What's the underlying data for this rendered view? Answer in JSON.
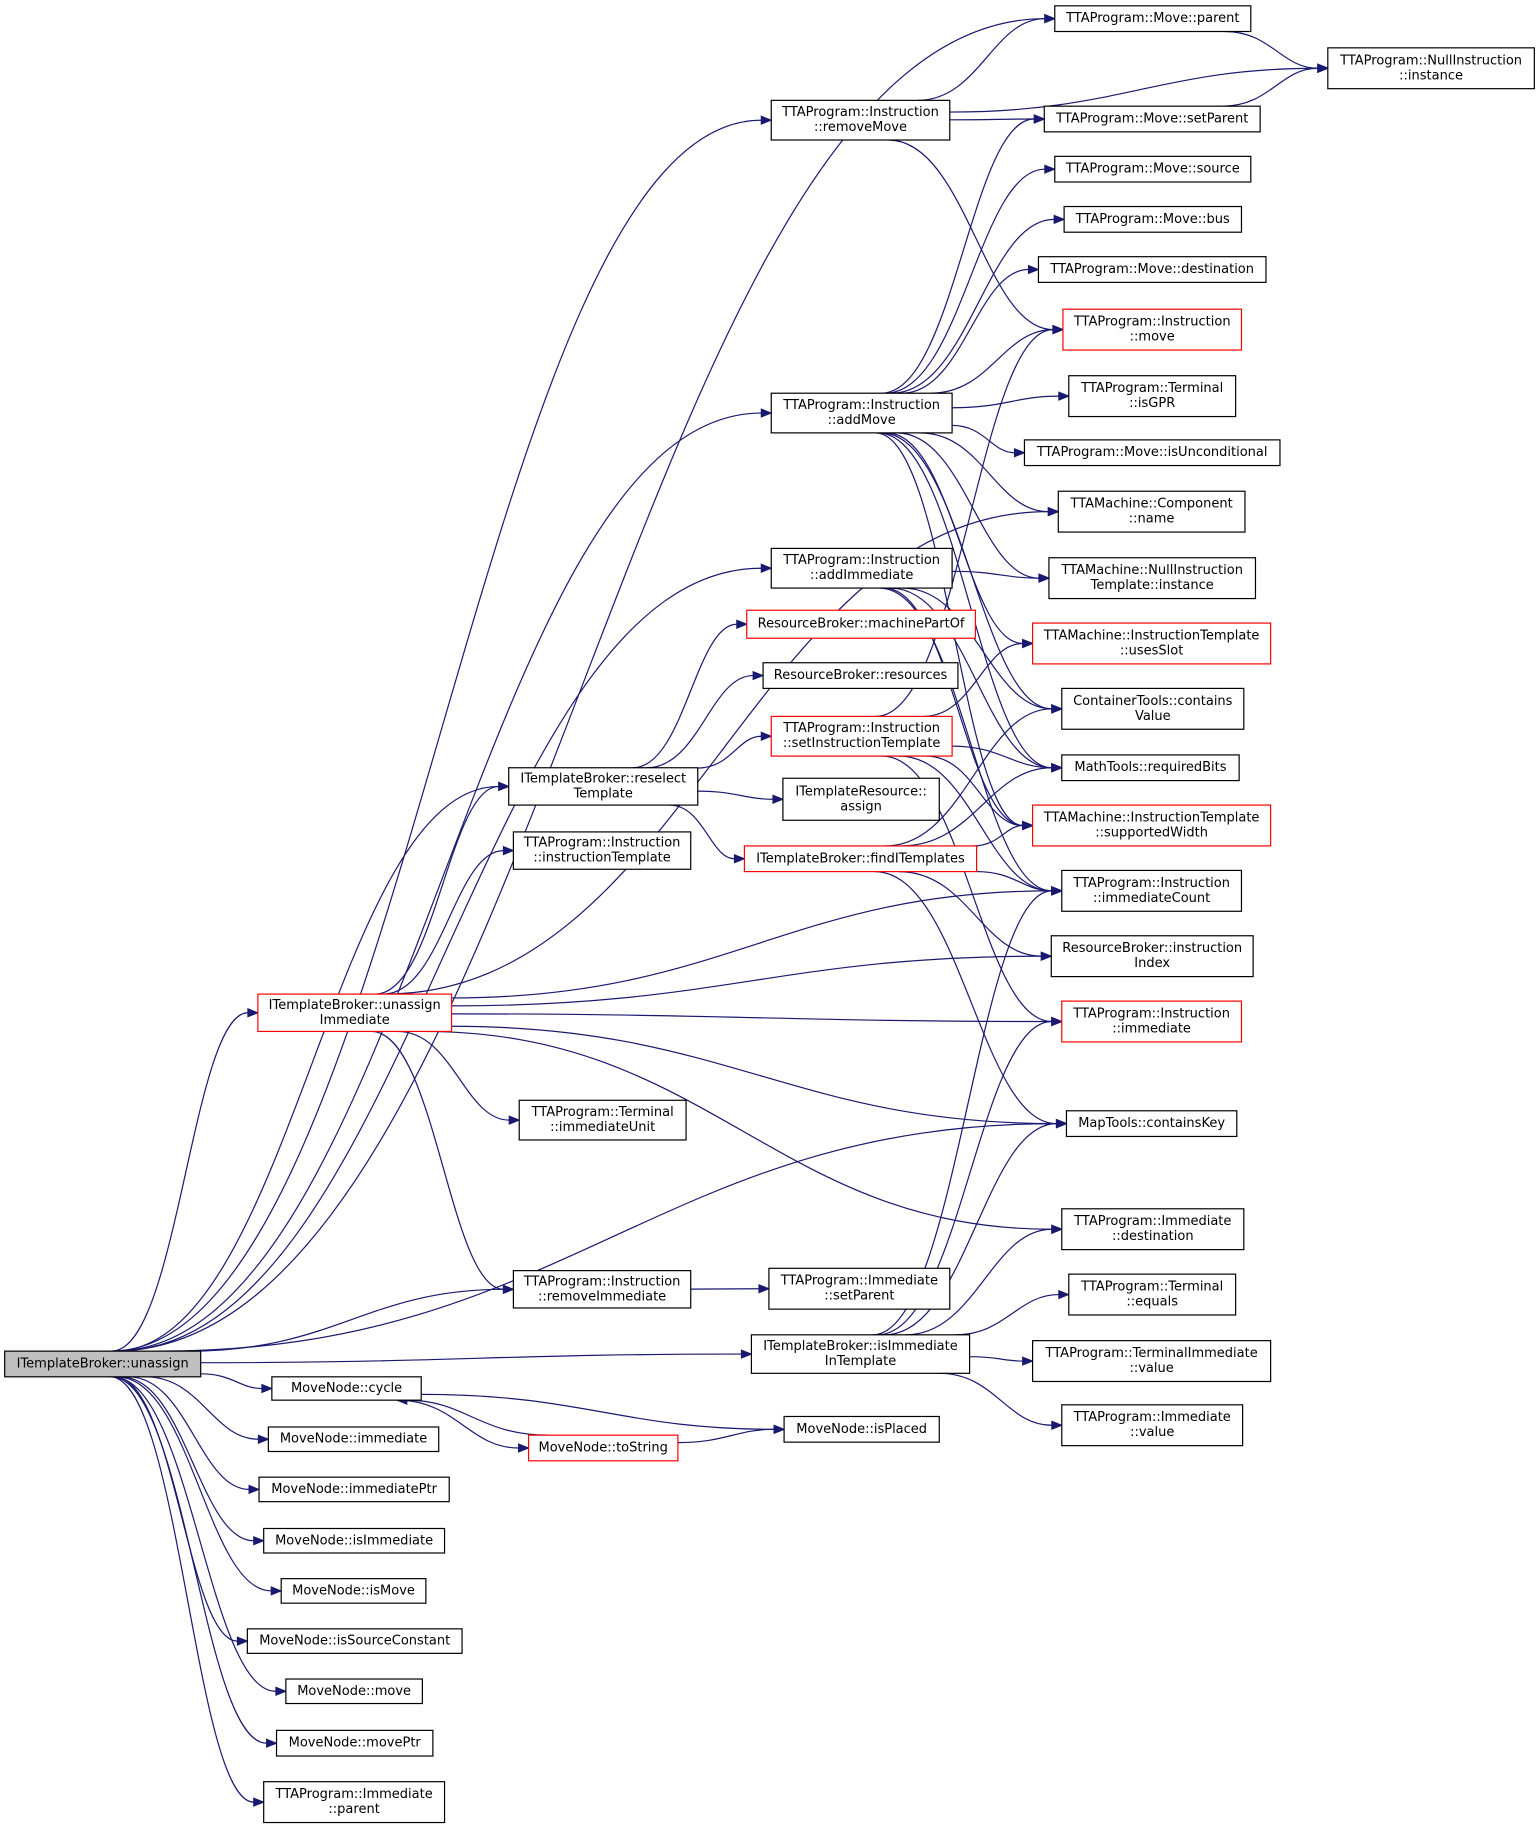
{
  "nodes": [
    {
      "id": "unassign",
      "lines": [
        "ITemplateBroker::unassign"
      ],
      "style": "root"
    },
    {
      "id": "unassignImm",
      "lines": [
        "ITemplateBroker::unassign",
        "Immediate"
      ],
      "style": "red"
    },
    {
      "id": "reselect",
      "lines": [
        "ITemplateBroker::reselect",
        "Template"
      ],
      "style": "normal"
    },
    {
      "id": "instrTemplate",
      "lines": [
        "TTAProgram::Instruction",
        "::instructionTemplate"
      ],
      "style": "normal"
    },
    {
      "id": "immUnit",
      "lines": [
        "TTAProgram::Terminal",
        "::immediateUnit"
      ],
      "style": "normal"
    },
    {
      "id": "removeImm",
      "lines": [
        "TTAProgram::Instruction",
        "::removeImmediate"
      ],
      "style": "normal"
    },
    {
      "id": "cycle",
      "lines": [
        "MoveNode::cycle"
      ],
      "style": "normal"
    },
    {
      "id": "mnImmediate",
      "lines": [
        "MoveNode::immediate"
      ],
      "style": "normal"
    },
    {
      "id": "mnImmediatePtr",
      "lines": [
        "MoveNode::immediatePtr"
      ],
      "style": "normal"
    },
    {
      "id": "mnIsImmediate",
      "lines": [
        "MoveNode::isImmediate"
      ],
      "style": "normal"
    },
    {
      "id": "mnIsMove",
      "lines": [
        "MoveNode::isMove"
      ],
      "style": "normal"
    },
    {
      "id": "mnIsSourceConst",
      "lines": [
        "MoveNode::isSourceConstant"
      ],
      "style": "normal"
    },
    {
      "id": "mnMove",
      "lines": [
        "MoveNode::move"
      ],
      "style": "normal"
    },
    {
      "id": "mnMovePtr",
      "lines": [
        "MoveNode::movePtr"
      ],
      "style": "normal"
    },
    {
      "id": "immParent",
      "lines": [
        "TTAProgram::Immediate",
        "::parent"
      ],
      "style": "normal"
    },
    {
      "id": "toString",
      "lines": [
        "MoveNode::toString"
      ],
      "style": "red"
    },
    {
      "id": "removeMove",
      "lines": [
        "TTAProgram::Instruction",
        "::removeMove"
      ],
      "style": "normal"
    },
    {
      "id": "addMove",
      "lines": [
        "TTAProgram::Instruction",
        "::addMove"
      ],
      "style": "normal"
    },
    {
      "id": "addImm",
      "lines": [
        "TTAProgram::Instruction",
        "::addImmediate"
      ],
      "style": "normal"
    },
    {
      "id": "machinePartOf",
      "lines": [
        "ResourceBroker::machinePartOf"
      ],
      "style": "red"
    },
    {
      "id": "resources",
      "lines": [
        "ResourceBroker::resources"
      ],
      "style": "normal"
    },
    {
      "id": "setInstrTemplate",
      "lines": [
        "TTAProgram::Instruction",
        "::setInstructionTemplate"
      ],
      "style": "red"
    },
    {
      "id": "itrAssign",
      "lines": [
        "ITemplateResource::",
        "assign"
      ],
      "style": "normal"
    },
    {
      "id": "findITemplates",
      "lines": [
        "ITemplateBroker::findITemplates"
      ],
      "style": "red"
    },
    {
      "id": "immSetParent",
      "lines": [
        "TTAProgram::Immediate",
        "::setParent"
      ],
      "style": "normal"
    },
    {
      "id": "isImmInTemplate",
      "lines": [
        "ITemplateBroker::isImmediate",
        "InTemplate"
      ],
      "style": "normal"
    },
    {
      "id": "isPlaced",
      "lines": [
        "MoveNode::isPlaced"
      ],
      "style": "normal"
    },
    {
      "id": "moveParent",
      "lines": [
        "TTAProgram::Move::parent"
      ],
      "style": "normal"
    },
    {
      "id": "nullInstr",
      "lines": [
        "TTAProgram::NullInstruction",
        "::instance"
      ],
      "style": "normal"
    },
    {
      "id": "moveSetParent",
      "lines": [
        "TTAProgram::Move::setParent"
      ],
      "style": "normal"
    },
    {
      "id": "moveSource",
      "lines": [
        "TTAProgram::Move::source"
      ],
      "style": "normal"
    },
    {
      "id": "moveBus",
      "lines": [
        "TTAProgram::Move::bus"
      ],
      "style": "normal"
    },
    {
      "id": "moveDest",
      "lines": [
        "TTAProgram::Move::destination"
      ],
      "style": "normal"
    },
    {
      "id": "instrMove",
      "lines": [
        "TTAProgram::Instruction",
        "::move"
      ],
      "style": "red"
    },
    {
      "id": "termIsGPR",
      "lines": [
        "TTAProgram::Terminal",
        "::isGPR"
      ],
      "style": "normal"
    },
    {
      "id": "moveIsUncond",
      "lines": [
        "TTAProgram::Move::isUnconditional"
      ],
      "style": "normal"
    },
    {
      "id": "compName",
      "lines": [
        "TTAMachine::Component",
        "::name"
      ],
      "style": "normal"
    },
    {
      "id": "nullInstrTemplate",
      "lines": [
        "TTAMachine::NullInstruction",
        "Template::instance"
      ],
      "style": "normal"
    },
    {
      "id": "usesSlot",
      "lines": [
        "TTAMachine::InstructionTemplate",
        "::usesSlot"
      ],
      "style": "red"
    },
    {
      "id": "containsValue",
      "lines": [
        "ContainerTools::contains",
        "Value"
      ],
      "style": "normal"
    },
    {
      "id": "requiredBits",
      "lines": [
        "MathTools::requiredBits"
      ],
      "style": "normal"
    },
    {
      "id": "supportedWidth",
      "lines": [
        "TTAMachine::InstructionTemplate",
        "::supportedWidth"
      ],
      "style": "red"
    },
    {
      "id": "immCount",
      "lines": [
        "TTAProgram::Instruction",
        "::immediateCount"
      ],
      "style": "normal"
    },
    {
      "id": "instrIndex",
      "lines": [
        "ResourceBroker::instruction",
        "Index"
      ],
      "style": "normal"
    },
    {
      "id": "instrImmediate",
      "lines": [
        "TTAProgram::Instruction",
        "::immediate"
      ],
      "style": "red"
    },
    {
      "id": "containsKey",
      "lines": [
        "MapTools::containsKey"
      ],
      "style": "normal"
    },
    {
      "id": "immDest",
      "lines": [
        "TTAProgram::Immediate",
        "::destination"
      ],
      "style": "normal"
    },
    {
      "id": "termEquals",
      "lines": [
        "TTAProgram::Terminal",
        "::equals"
      ],
      "style": "normal"
    },
    {
      "id": "termImmValue",
      "lines": [
        "TTAProgram::TerminalImmediate",
        "::value"
      ],
      "style": "normal"
    },
    {
      "id": "immValue",
      "lines": [
        "TTAProgram::Immediate",
        "::value"
      ],
      "style": "normal"
    }
  ],
  "edges": [
    [
      "unassign",
      "moveParent"
    ],
    [
      "unassign",
      "removeMove"
    ],
    [
      "unassign",
      "addMove"
    ],
    [
      "unassign",
      "addImm"
    ],
    [
      "unassign",
      "reselect"
    ],
    [
      "unassign",
      "unassignImm"
    ],
    [
      "unassign",
      "containsKey"
    ],
    [
      "unassign",
      "removeImm"
    ],
    [
      "unassign",
      "isImmInTemplate"
    ],
    [
      "unassign",
      "cycle"
    ],
    [
      "unassign",
      "mnImmediate"
    ],
    [
      "unassign",
      "mnImmediatePtr"
    ],
    [
      "unassign",
      "mnIsImmediate"
    ],
    [
      "unassign",
      "mnIsMove"
    ],
    [
      "unassign",
      "mnIsSourceConst"
    ],
    [
      "unassign",
      "mnMove"
    ],
    [
      "unassign",
      "mnMovePtr"
    ],
    [
      "unassign",
      "immParent"
    ],
    [
      "unassignImm",
      "compName"
    ],
    [
      "unassignImm",
      "reselect"
    ],
    [
      "unassignImm",
      "instrTemplate"
    ],
    [
      "unassignImm",
      "immCount"
    ],
    [
      "unassignImm",
      "instrIndex"
    ],
    [
      "unassignImm",
      "instrImmediate"
    ],
    [
      "unassignImm",
      "containsKey"
    ],
    [
      "unassignImm",
      "immUnit"
    ],
    [
      "unassignImm",
      "immDest"
    ],
    [
      "unassignImm",
      "removeImm"
    ],
    [
      "reselect",
      "machinePartOf"
    ],
    [
      "reselect",
      "resources"
    ],
    [
      "reselect",
      "setInstrTemplate"
    ],
    [
      "reselect",
      "itrAssign"
    ],
    [
      "reselect",
      "findITemplates"
    ],
    [
      "removeImm",
      "immSetParent"
    ],
    [
      "cycle",
      "toString"
    ],
    [
      "cycle",
      "isPlaced"
    ],
    [
      "toString",
      "cycle"
    ],
    [
      "toString",
      "isPlaced"
    ],
    [
      "removeMove",
      "moveParent"
    ],
    [
      "removeMove",
      "nullInstr"
    ],
    [
      "removeMove",
      "moveSetParent"
    ],
    [
      "removeMove",
      "instrMove"
    ],
    [
      "moveParent",
      "nullInstr"
    ],
    [
      "moveSetParent",
      "nullInstr"
    ],
    [
      "addMove",
      "moveSetParent"
    ],
    [
      "addMove",
      "moveSource"
    ],
    [
      "addMove",
      "moveBus"
    ],
    [
      "addMove",
      "moveDest"
    ],
    [
      "addMove",
      "instrMove"
    ],
    [
      "addMove",
      "termIsGPR"
    ],
    [
      "addMove",
      "moveIsUncond"
    ],
    [
      "addMove",
      "compName"
    ],
    [
      "addMove",
      "nullInstrTemplate"
    ],
    [
      "addMove",
      "usesSlot"
    ],
    [
      "addMove",
      "containsValue"
    ],
    [
      "addMove",
      "requiredBits"
    ],
    [
      "addMove",
      "supportedWidth"
    ],
    [
      "addImm",
      "nullInstrTemplate"
    ],
    [
      "addImm",
      "containsValue"
    ],
    [
      "addImm",
      "requiredBits"
    ],
    [
      "addImm",
      "supportedWidth"
    ],
    [
      "addImm",
      "immCount"
    ],
    [
      "setInstrTemplate",
      "usesSlot"
    ],
    [
      "setInstrTemplate",
      "requiredBits"
    ],
    [
      "setInstrTemplate",
      "supportedWidth"
    ],
    [
      "setInstrTemplate",
      "immCount"
    ],
    [
      "setInstrTemplate",
      "instrImmediate"
    ],
    [
      "setInstrTemplate",
      "instrMove"
    ],
    [
      "findITemplates",
      "containsValue"
    ],
    [
      "findITemplates",
      "requiredBits"
    ],
    [
      "findITemplates",
      "supportedWidth"
    ],
    [
      "findITemplates",
      "immCount"
    ],
    [
      "findITemplates",
      "instrIndex"
    ],
    [
      "findITemplates",
      "containsKey"
    ],
    [
      "isImmInTemplate",
      "immCount"
    ],
    [
      "isImmInTemplate",
      "instrImmediate"
    ],
    [
      "isImmInTemplate",
      "containsKey"
    ],
    [
      "isImmInTemplate",
      "immDest"
    ],
    [
      "isImmInTemplate",
      "termEquals"
    ],
    [
      "isImmInTemplate",
      "termImmValue"
    ],
    [
      "isImmInTemplate",
      "immValue"
    ]
  ]
}
